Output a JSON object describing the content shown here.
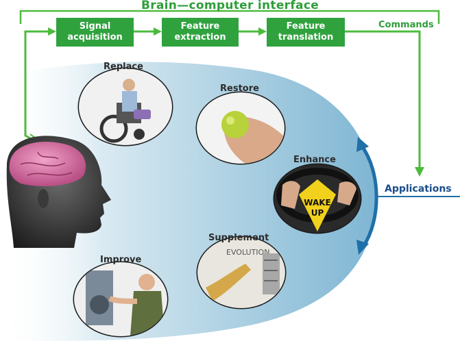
{
  "title": "Brain—computer interface",
  "pipeline": [
    {
      "label": "Signal\nacquisition"
    },
    {
      "label": "Feature\nextraction"
    },
    {
      "label": "Feature\ntranslation"
    }
  ],
  "commands_label": "Commands",
  "applications_label": "Applications",
  "categories": [
    {
      "label": "Replace"
    },
    {
      "label": "Restore"
    },
    {
      "label": "Enhance"
    },
    {
      "label": "Supplement"
    },
    {
      "label": "Improve"
    }
  ],
  "sign_text": {
    "line1": "WAKE",
    "line2": "UP"
  },
  "board_text": "EVOLUTION",
  "colors": {
    "pipeline_green": "#2fa23e",
    "connector_green": "#4cbb3c",
    "arrow_blue": "#1f6fa8",
    "background_blue": "#8fc3dc"
  }
}
